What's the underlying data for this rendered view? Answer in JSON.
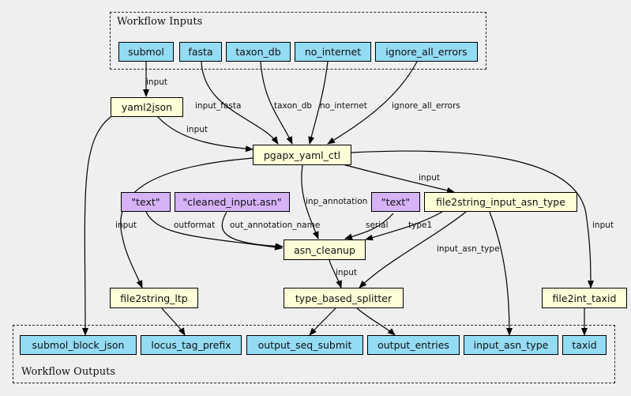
{
  "clusters": {
    "inputs_label": "Workflow Inputs",
    "outputs_label": "Workflow Outputs"
  },
  "nodes": {
    "submol": "submol",
    "fasta": "fasta",
    "taxon_db": "taxon_db",
    "no_internet": "no_internet",
    "ignore_all_errors": "ignore_all_errors",
    "yaml2json": "yaml2json",
    "pgapx_yaml_ctl": "pgapx_yaml_ctl",
    "text_literal_1": "\"text\"",
    "cleaned_input_asn": "\"cleaned_input.asn\"",
    "text_literal_2": "\"text\"",
    "file2string_input_asn_type": "file2string_input_asn_type",
    "asn_cleanup": "asn_cleanup",
    "file2string_ltp": "file2string_ltp",
    "type_based_splitter": "type_based_splitter",
    "file2int_taxid": "file2int_taxid",
    "submol_block_json": "submol_block_json",
    "locus_tag_prefix": "locus_tag_prefix",
    "output_seq_submit": "output_seq_submit",
    "output_entries": "output_entries",
    "input_asn_type": "input_asn_type",
    "taxid": "taxid"
  },
  "edge_labels": {
    "submol_input": "input",
    "fasta_input_fasta": "input_fasta",
    "taxon_db": "taxon_db",
    "no_internet": "no_internet",
    "ignore_all_errors": "ignore_all_errors",
    "yaml2json_input": "input",
    "pgapx_to_f2s_input": "input",
    "inp_annotation": "inp_annotation",
    "pgapx_to_ltp_input": "input",
    "outformat": "outformat",
    "out_annotation_name": "out_annotation_name",
    "serial": "serial",
    "type1": "type1",
    "input_asn_type": "input_asn_type",
    "pgapx_to_taxid_input": "input",
    "cleanup_input": "input"
  },
  "colors": {
    "input_node": "#94dbf4",
    "step_node": "#ffffd8",
    "literal_node": "#d6b2f7",
    "background": "#efefef"
  }
}
